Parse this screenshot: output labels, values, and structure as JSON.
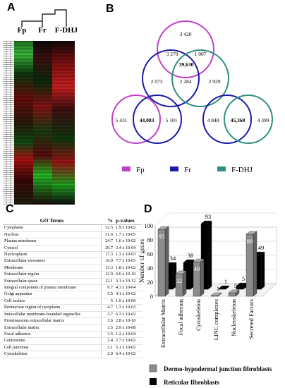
{
  "panels": {
    "a": "A",
    "b": "B",
    "c": "C",
    "d": "D"
  },
  "heatmap": {
    "labels": [
      "Fp",
      "Fr",
      "F-DHJ"
    ]
  },
  "venn": {
    "triple": {
      "fp_only": "3 420",
      "fp_fr": "3 270",
      "fp_fdhj": "1 007",
      "all": "39,630",
      "fr_only": "2 073",
      "fr_fdhj": "2 284",
      "fdhj_only": "2 929"
    },
    "pair_fp_fr": {
      "left": "5 431",
      "center": "44,083",
      "right": "5 101"
    },
    "pair_fr_fdhj": {
      "left": "4 848",
      "center": "45,368",
      "right": "4 399"
    },
    "legend": [
      {
        "label": "Fp",
        "color": "#c040c8"
      },
      {
        "label": "Fr",
        "color": "#1a1aa8"
      },
      {
        "label": "F-DHJ",
        "color": "#2f8f80"
      }
    ]
  },
  "go_table": {
    "headers": {
      "term": "GO Terms",
      "pct": "%",
      "pval": "p-values"
    },
    "rows": [
      {
        "term": "Cytoplasm",
        "pct": "32.5",
        "pval": "1.9 x 10-02"
      },
      {
        "term": "Nucleus",
        "pct": "31.6",
        "pval": "1.7 x 10-05"
      },
      {
        "term": "Plasma membrane",
        "pct": "24.7",
        "pval": "1.6 x 10-02"
      },
      {
        "term": "Cytosol",
        "pct": "20.7",
        "pval": "3.4 x 10-04"
      },
      {
        "term": "Nucleoplasm",
        "pct": "17.3",
        "pval": "1.3 x 10-03"
      },
      {
        "term": "Extracellular exosomes",
        "pct": "16.9",
        "pval": "7.7 x 10-03"
      },
      {
        "term": "Membrane",
        "pct": "13.3",
        "pval": "1.8 x 10-02"
      },
      {
        "term": "Extracellular region",
        "pct": "12.9",
        "pval": "6.6 x 10-10"
      },
      {
        "term": "Extracellular space",
        "pct": "12.1",
        "pval": "3.1 x 10-12"
      },
      {
        "term": "Integral component of plasma membrane",
        "pct": "9.7",
        "pval": "4.3 x 10-04"
      },
      {
        "term": "Golgi apparatus",
        "pct": "5.5",
        "pval": "4.1 x 10-02"
      },
      {
        "term": "Cell surface",
        "pct": "5",
        "pval": "1.9 x 10-06"
      },
      {
        "term": "Perinuclear region of cytoplasm",
        "pct": "4.7",
        "pval": "1.3 x 10-03"
      },
      {
        "term": "Intracellular membrane-bounded organelles",
        "pct": "3.7",
        "pval": "6.3 x 10-02"
      },
      {
        "term": "Proteinaceous extracellular matrix",
        "pct": "3.6",
        "pval": "2.8 x 10-10"
      },
      {
        "term": "Extracellular matrix",
        "pct": "3.5",
        "pval": "2.9 x 10-08"
      },
      {
        "term": "Focal adhesion",
        "pct": "3.5",
        "pval": "1.2 x 10-04"
      },
      {
        "term": "Centrosome",
        "pct": "3.4",
        "pval": "2.7 x 10-02"
      },
      {
        "term": "Cell junctions",
        "pct": "3.1",
        "pval": "5.1 x 10-02"
      },
      {
        "term": "Cytoskeleton",
        "pct": "2.9",
        "pval": "6.4 x 10-02"
      }
    ]
  },
  "chart_data": {
    "type": "bar",
    "ylabel": "Number of genes",
    "ylim": [
      0,
      100
    ],
    "yticks": [
      "0",
      "20",
      "40",
      "60",
      "80",
      "100"
    ],
    "categories": [
      "Extracellular Matrix",
      "Focal adhesion",
      "Cytoskeleton",
      "LINC complexes",
      "Nucleoskeleton",
      "Secreted Factors"
    ],
    "series": [
      {
        "name": "Dermo-hypodermal junction fibroblasts",
        "color": "#8c8c8c",
        "values": [
          95,
          32,
          49,
          1,
          5,
          88
        ]
      },
      {
        "name": "Reticular fibroblasts",
        "color": "#000000",
        "values": [
          34,
          38,
          93,
          1,
          5,
          49
        ]
      }
    ]
  }
}
